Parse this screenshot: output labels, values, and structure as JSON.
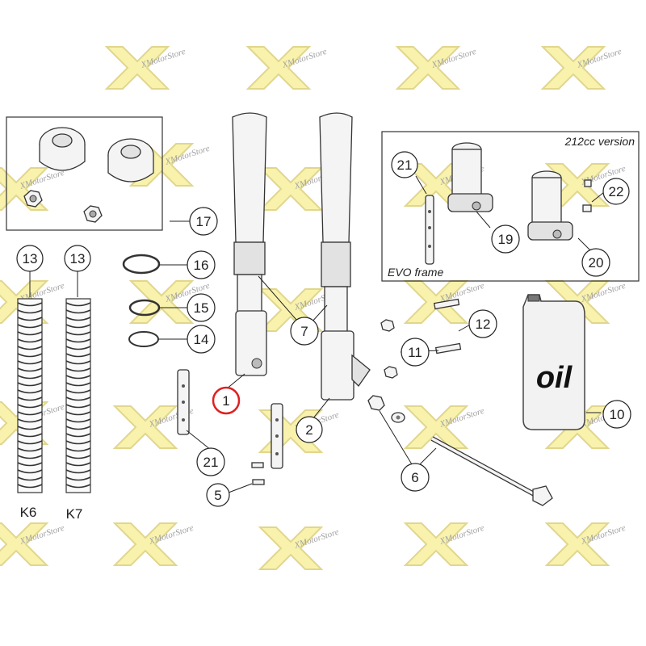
{
  "watermark": {
    "icon": "xmotorstore-logo",
    "brand_text": "XMotorStore",
    "colors": {
      "fill": "#f3e86a",
      "stroke": "#c9b431",
      "text": "#555555"
    }
  },
  "insets": {
    "top_left": {
      "callout": "17"
    },
    "top_right": {
      "title": "212cc version",
      "subtitle": "EVO frame"
    }
  },
  "callouts": {
    "c1": "1",
    "c2": "2",
    "c5": "5",
    "c6": "6",
    "c7": "7",
    "c10": "10",
    "c11": "11",
    "c12": "12",
    "c13a": "13",
    "c13b": "13",
    "c14": "14",
    "c15": "15",
    "c16": "16",
    "c17": "17",
    "c19": "19",
    "c20": "20",
    "c21a": "21",
    "c21b": "21",
    "c22": "22"
  },
  "highlight": {
    "callout": "c1",
    "color": "#e02020"
  },
  "springs": {
    "left_label": "K6",
    "right_label": "K7"
  },
  "oil_bottle": {
    "label": "oil"
  }
}
